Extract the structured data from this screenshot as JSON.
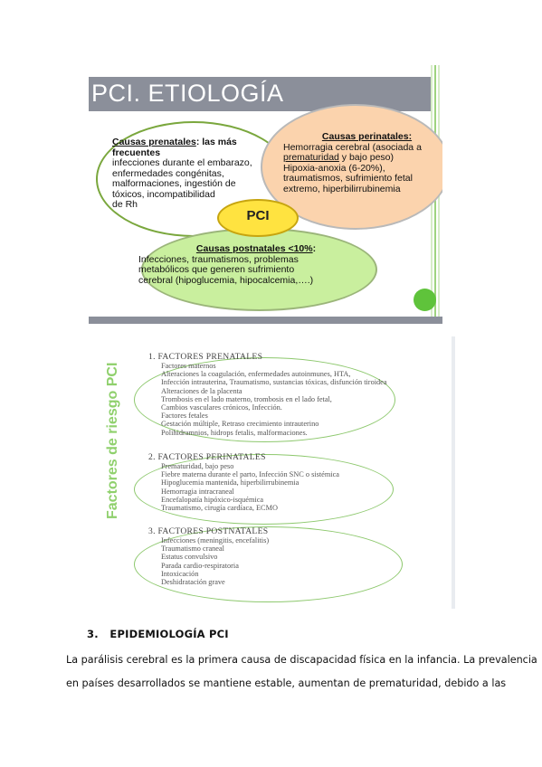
{
  "slide1": {
    "title": "PCI. ETIOLOGÍA",
    "prenatal": {
      "heading": "Causas prenatales",
      "heading_suffix": ": las más",
      "line2": "frecuentes",
      "lines": [
        "infecciones durante el embarazo,",
        "enfermedades congénitas,",
        "malformaciones, ingestión de",
        "tóxicos, incompatibilidad",
        "de Rh"
      ]
    },
    "perinatal": {
      "heading": "Causas perinatales:",
      "line1": "Hemorragia cerebral (asociada a",
      "line2_underlined": "prematuridad",
      "line2_rest": " y bajo peso)",
      "lines": [
        "Hipoxia-anoxia (6-20%),",
        "traumatismos, sufrimiento fetal",
        "extremo, hiperbilirrubinemia"
      ]
    },
    "center_label": "PCI",
    "postnatal": {
      "heading": "Causas postnatales <10%",
      "heading_suffix": ":",
      "lines": [
        "Infecciones, traumatismos, problemas",
        "metabólicos que generen sufrimiento",
        "cerebral (hipoglucemia, hipocalcemia,….)"
      ]
    },
    "colors": {
      "title_bar": "#8b8f9a",
      "peri_fill": "#fbd3ad",
      "post_fill": "#c9ef9e",
      "pci_fill": "#ffe340",
      "dot": "#5fc33b"
    }
  },
  "slide2": {
    "vertical_title": "Factores de riesgo PCI",
    "prenatales": {
      "heading": "1.  FACTORES PRENATALES",
      "items": [
        {
          "text": "Factores maternos",
          "sub": true
        },
        {
          "text": "Alteraciones la coagulación, enfermedades autoinmunes, HTA,",
          "sub": false
        },
        {
          "text": "Infección intrauterina, Traumatismo, sustancias tóxicas, disfunción tiroidea",
          "sub": false
        },
        {
          "text": "Alteraciones de la placenta",
          "sub": true
        },
        {
          "text": "Trombosis en el lado materno, trombosis en el lado fetal,",
          "sub": false
        },
        {
          "text": "Cambios vasculares crónicos, Infección.",
          "sub": false
        },
        {
          "text": "Factores fetales",
          "sub": true
        },
        {
          "text": "Gestación múltiple, Retraso crecimiento intrauterino",
          "sub": false
        },
        {
          "text": "Polihidramnios, hidrops fetalis, malformaciones.",
          "sub": false
        }
      ]
    },
    "perinatales": {
      "heading": "2.  FACTORES PERINATALES",
      "items": [
        "Prematuridad, bajo peso",
        "Fiebre materna durante el parto, Infección SNC o sistémica",
        "Hipoglucemia mantenida, hiperbilirrubinemia",
        "Hemorragia intracraneal",
        "Encefalopatía hipóxico-isquémica",
        "Traumatismo, cirugía cardíaca, ECMO"
      ]
    },
    "postnatales": {
      "heading": "3.  FACTORES POSTNATALES",
      "items": [
        "Infecciones (meningitis, encefalitis)",
        "Traumatismo craneal",
        "Estatus convulsivo",
        "Parada cardio-respiratoria",
        "Intoxicación",
        "Deshidratación grave"
      ]
    }
  },
  "section": {
    "number": "3.",
    "title": "EPIDEMIOLOGÍA PCI"
  },
  "paragraph": {
    "line1": "La parálisis cerebral es la primera causa de discapacidad física en la infancia. La prevalencia",
    "line2": "en países desarrollados se mantiene estable, aumentan de prematuridad, debido a las"
  }
}
